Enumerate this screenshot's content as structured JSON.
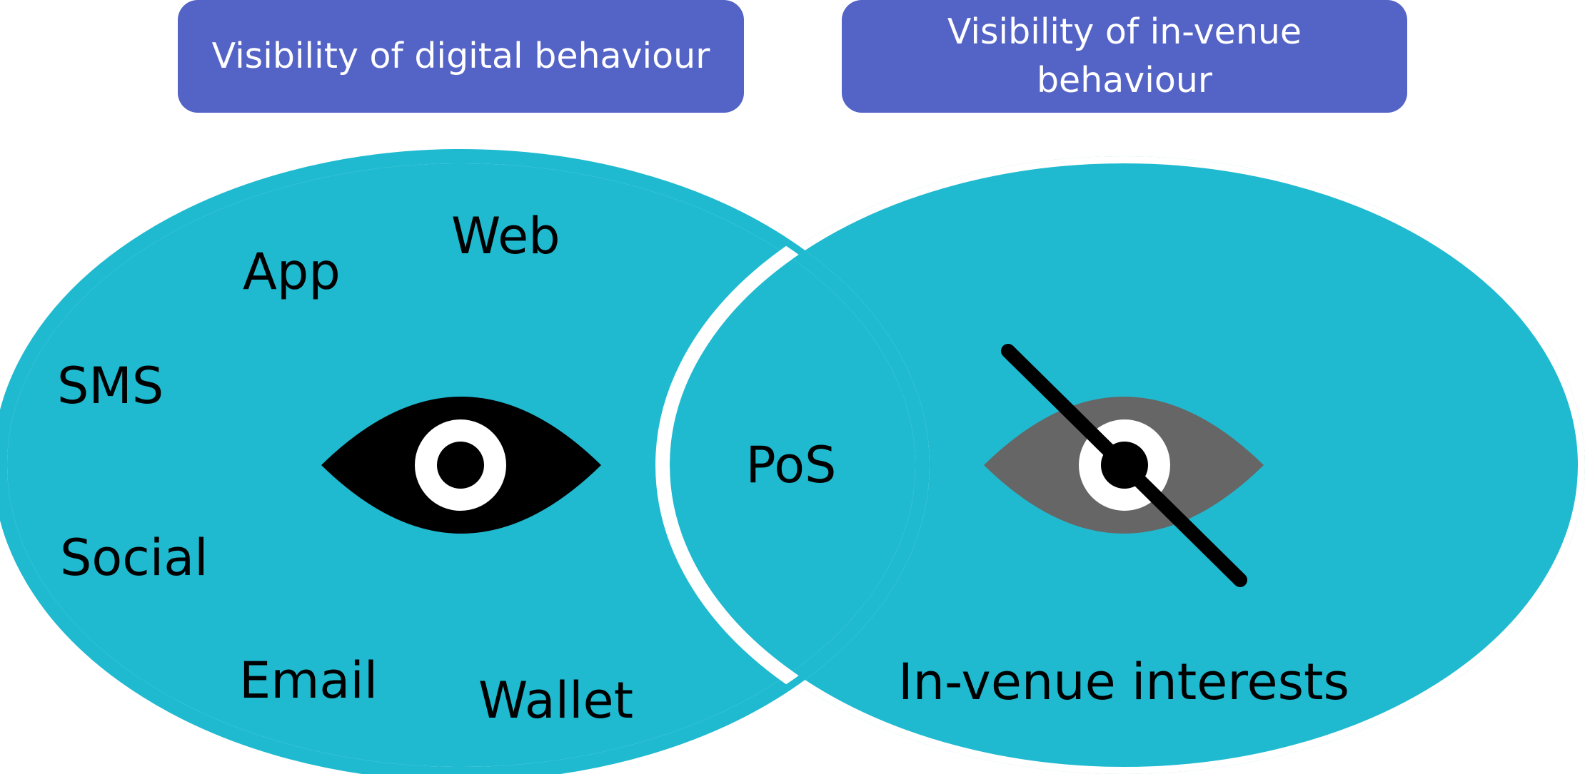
{
  "headers": {
    "digital": "Visibility of digital behaviour",
    "venue": "Visibility of in-venue behaviour"
  },
  "labels": {
    "web": "Web",
    "app": "App",
    "sms": "SMS",
    "social": "Social",
    "email": "Email",
    "wallet": "Wallet",
    "pos": "PoS",
    "venue_interests": "In-venue interests"
  },
  "colors": {
    "header": "#5463c6",
    "digital": "#1fbad0",
    "venue": "#d2d2d2",
    "eye_visible": "#000000",
    "eye_hidden": "#666666"
  },
  "icons": {
    "visible": "eye-icon",
    "hidden": "eye-slash-icon"
  }
}
